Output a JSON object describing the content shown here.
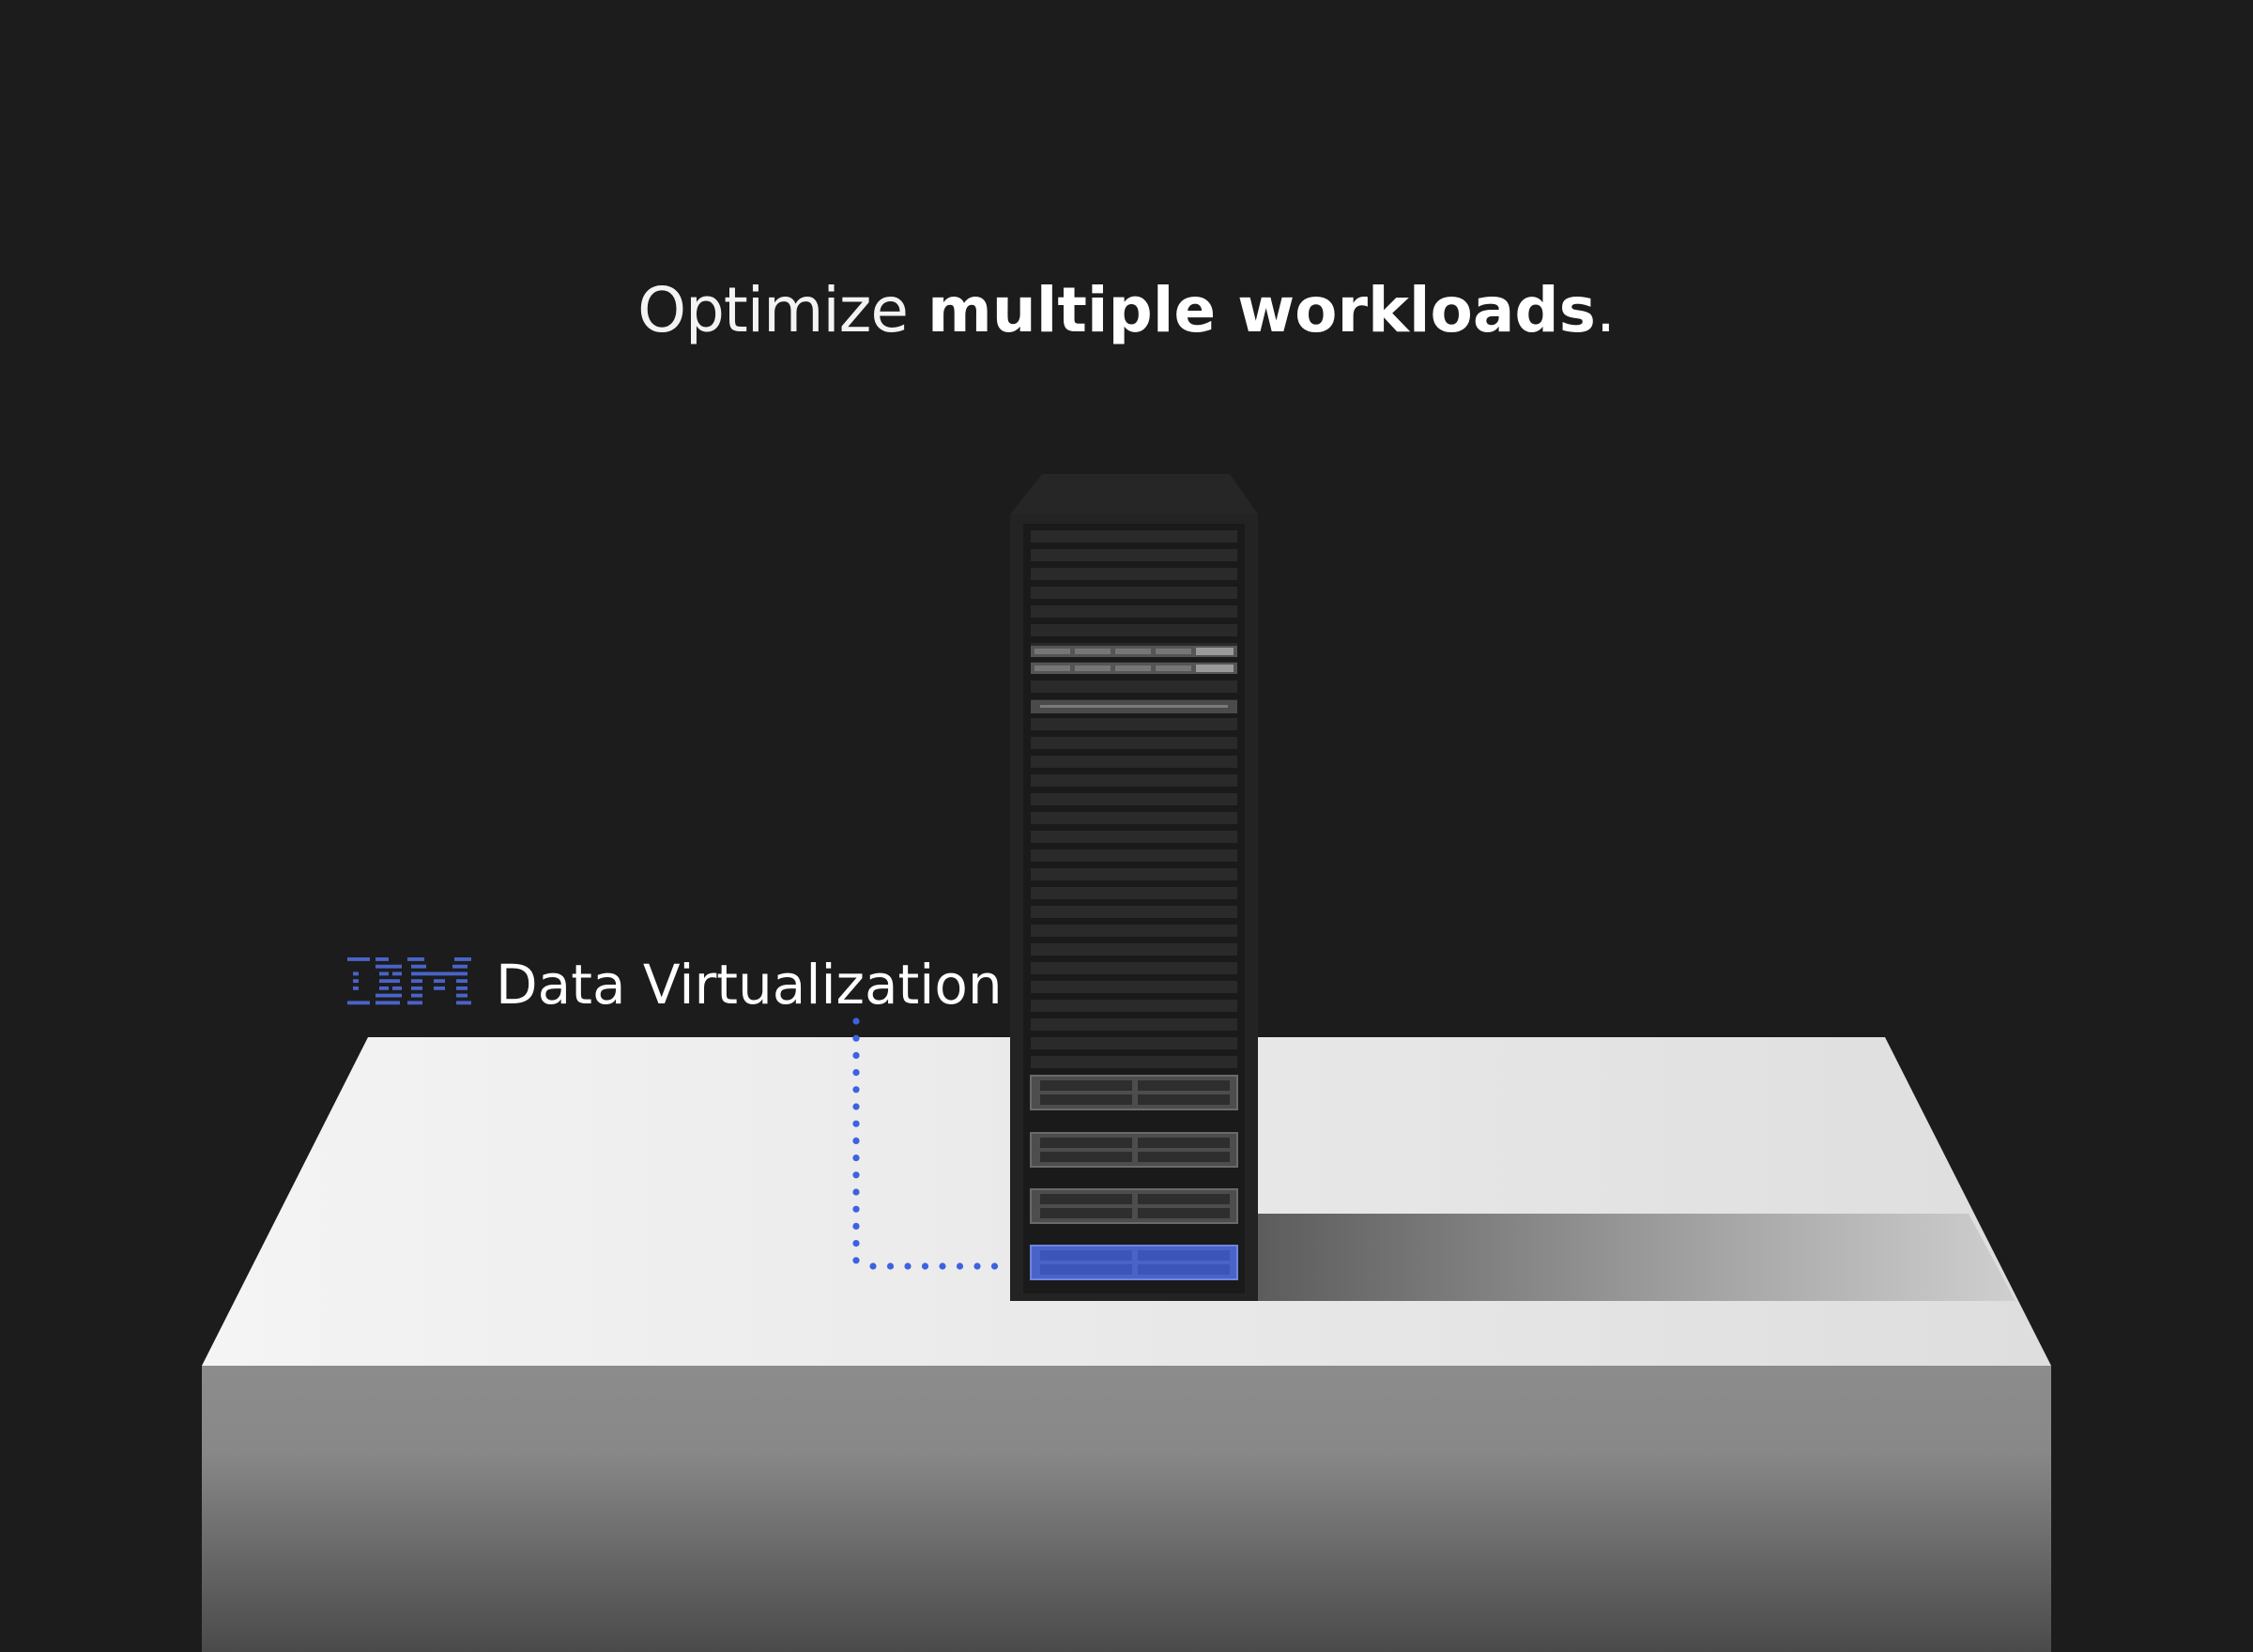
{
  "headline": {
    "light_text": "Optimize",
    "bold_text": "multiple workloads",
    "end_punctuation": "."
  },
  "callout": {
    "brand": "IBM",
    "product": "Data Virtualization",
    "connector_color": "#3d62e0",
    "highlight_color": "#4a63c9"
  },
  "colors": {
    "background": "#1c1c1c",
    "rack": "#222222",
    "platform_top": "#eeeeee",
    "platform_front": "#8a8a8a"
  }
}
